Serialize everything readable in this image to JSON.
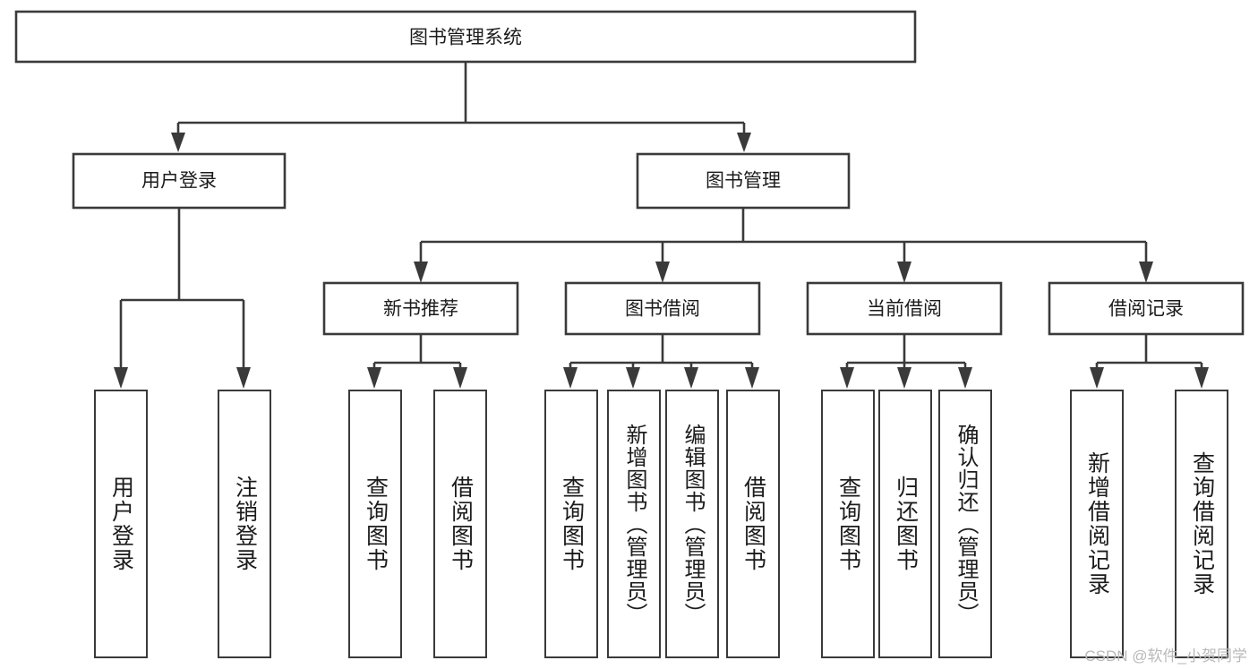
{
  "diagram": {
    "type": "tree-hierarchy",
    "title": "图书管理系统",
    "watermark": "CSDN @软件_小贺同学",
    "colors": {
      "stroke": "#3a3a3a",
      "box_fill": "#ffffff",
      "text": "#1b1b1b",
      "background": "#ffffff",
      "watermark": "#b9b9b9"
    },
    "root": {
      "label": "图书管理系统"
    },
    "level2": [
      {
        "label": "用户登录"
      },
      {
        "label": "图书管理"
      }
    ],
    "level3": [
      {
        "label": "新书推荐"
      },
      {
        "label": "图书借阅"
      },
      {
        "label": "当前借阅"
      },
      {
        "label": "借阅记录"
      }
    ],
    "leaves": {
      "user_login": [
        {
          "label": "用户登录"
        },
        {
          "label": "注销登录"
        }
      ],
      "new_book_recommend": [
        {
          "label": "查询图书"
        },
        {
          "label": "借阅图书"
        }
      ],
      "book_borrow": [
        {
          "label": "查询图书"
        },
        {
          "label": "新增图书（管理员）"
        },
        {
          "label": "编辑图书（管理员）"
        },
        {
          "label": "借阅图书"
        }
      ],
      "current_borrow": [
        {
          "label": "查询图书"
        },
        {
          "label": "归还图书"
        },
        {
          "label": "确认归还（管理员）"
        }
      ],
      "borrow_record": [
        {
          "label": "新增借阅记录"
        },
        {
          "label": "查询借阅记录"
        }
      ]
    }
  }
}
